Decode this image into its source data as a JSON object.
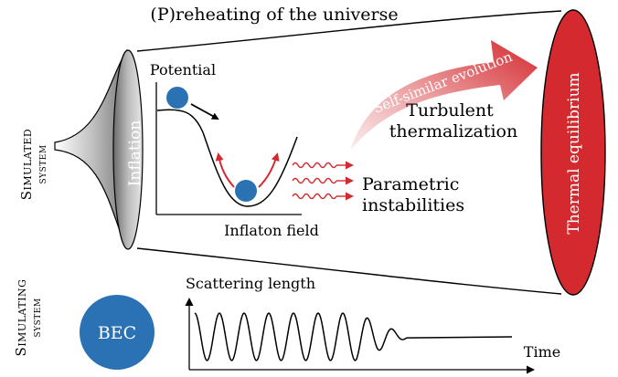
{
  "title": "(P)reheating of the universe",
  "labels": {
    "simulated_1": "Simulated",
    "simulated_2": "system",
    "simulating_1": "Simulating",
    "simulating_2": "system",
    "inflation": "Inflation",
    "potential": "Potential",
    "inflaton_field": "Inflaton field",
    "parametric_1": "Parametric",
    "parametric_2": "instabilities",
    "self_similar": "Self-similar evolution",
    "turbulent_1": "Turbulent",
    "turbulent_2": "thermalization",
    "thermal_equilibrium": "Thermal equilibrium",
    "bec": "BEC",
    "scattering_length": "Scattering length",
    "time": "Time"
  },
  "colors": {
    "red": "#d42a2f",
    "blue": "#2a72b3",
    "dark_gray": "#555555",
    "light_gray": "#d8d8d8"
  }
}
